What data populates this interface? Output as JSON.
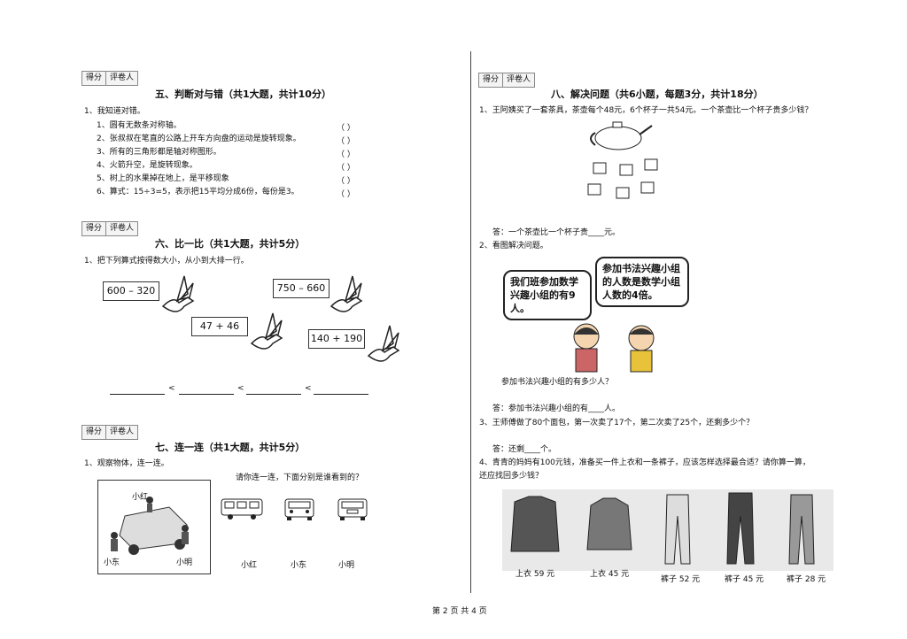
{
  "left": {
    "s5": {
      "score_label": "得分",
      "grader_label": "评卷人",
      "title": "五、判断对与错（共1大题，共计10分）",
      "q1": "1、我知道对错。",
      "items": [
        "1、圆有无数条对称轴。",
        "2、张叔叔在笔直的公路上开车方向盘的运动是旋转现象。",
        "3、所有的三角形都是轴对称图形。",
        "4、火箭升空，是旋转现象。",
        "5、树上的水果掉在地上，是平移现象",
        "6、算式：15÷3=5，表示把15平均分成6份，每份是3。"
      ],
      "paren": "（    ）"
    },
    "s6": {
      "score_label": "得分",
      "grader_label": "评卷人",
      "title": "六、比一比（共1大题，共计5分）",
      "q1": "1、把下列算式按得数大小，从小到大排一行。",
      "exprs": [
        "600 – 320",
        "750 – 660",
        "47 + 46",
        "140 + 190"
      ],
      "lt": "<"
    },
    "s7": {
      "score_label": "得分",
      "grader_label": "评卷人",
      "title": "七、连一连（共1大题，共计5分）",
      "q1": "1、观察物体，连一连。",
      "prompt": "请你连一连，下面分别是谁看到的？",
      "scene_labels": [
        "小红",
        "小东",
        "小明"
      ],
      "names": [
        "小红",
        "小东",
        "小明"
      ]
    }
  },
  "right": {
    "s8": {
      "score_label": "得分",
      "grader_label": "评卷人",
      "title": "八、解决问题（共6小题，每题3分，共计18分）",
      "q1": "1、王阿姨买了一套茶具，茶壶每个48元，6个杯子一共54元。一个茶壶比一个杯子贵多少钱？",
      "a1": "答：一个茶壶比一个杯子贵____元。",
      "q2": "2、看图解决问题。",
      "bubble1": "我们班参加数学兴趣小组的有9人。",
      "bubble2": "参加书法兴趣小组的人数是数学小组人数的4倍。",
      "q2b": "参加书法兴趣小组的有多少人？",
      "a2": "答：参加书法兴趣小组的有____人。",
      "q3": "3、王师傅做了80个面包，第一次卖了17个，第二次卖了25个，还剩多少个？",
      "a3": "答：还剩____个。",
      "q4a": "4、青青的妈妈有100元钱，准备买一件上衣和一条裤子，应该怎样选择最合适？请你算一算，",
      "q4b": "还应找回多少钱？",
      "clothes": [
        "上衣 59 元",
        "上衣 45 元",
        "裤子 52 元",
        "裤子 45 元",
        "裤子 28 元"
      ]
    }
  },
  "footer": "第 2 页 共 4 页"
}
